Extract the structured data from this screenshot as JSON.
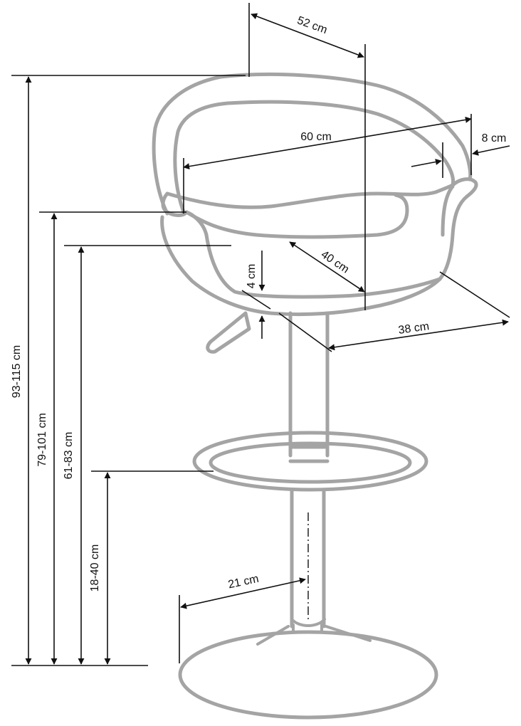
{
  "dimensions": {
    "seat_depth": "52 cm",
    "seat_width": "60 cm",
    "armrest_width": "8 cm",
    "seat_inner_depth": "40 cm",
    "seat_cushion_thickness": "4 cm",
    "seat_front_depth": "38 cm",
    "total_height": "93-115 cm",
    "armrest_height": "79-101 cm",
    "seat_height": "61-83 cm",
    "footrest_height": "18-40 cm",
    "base_radius": "21 cm"
  }
}
